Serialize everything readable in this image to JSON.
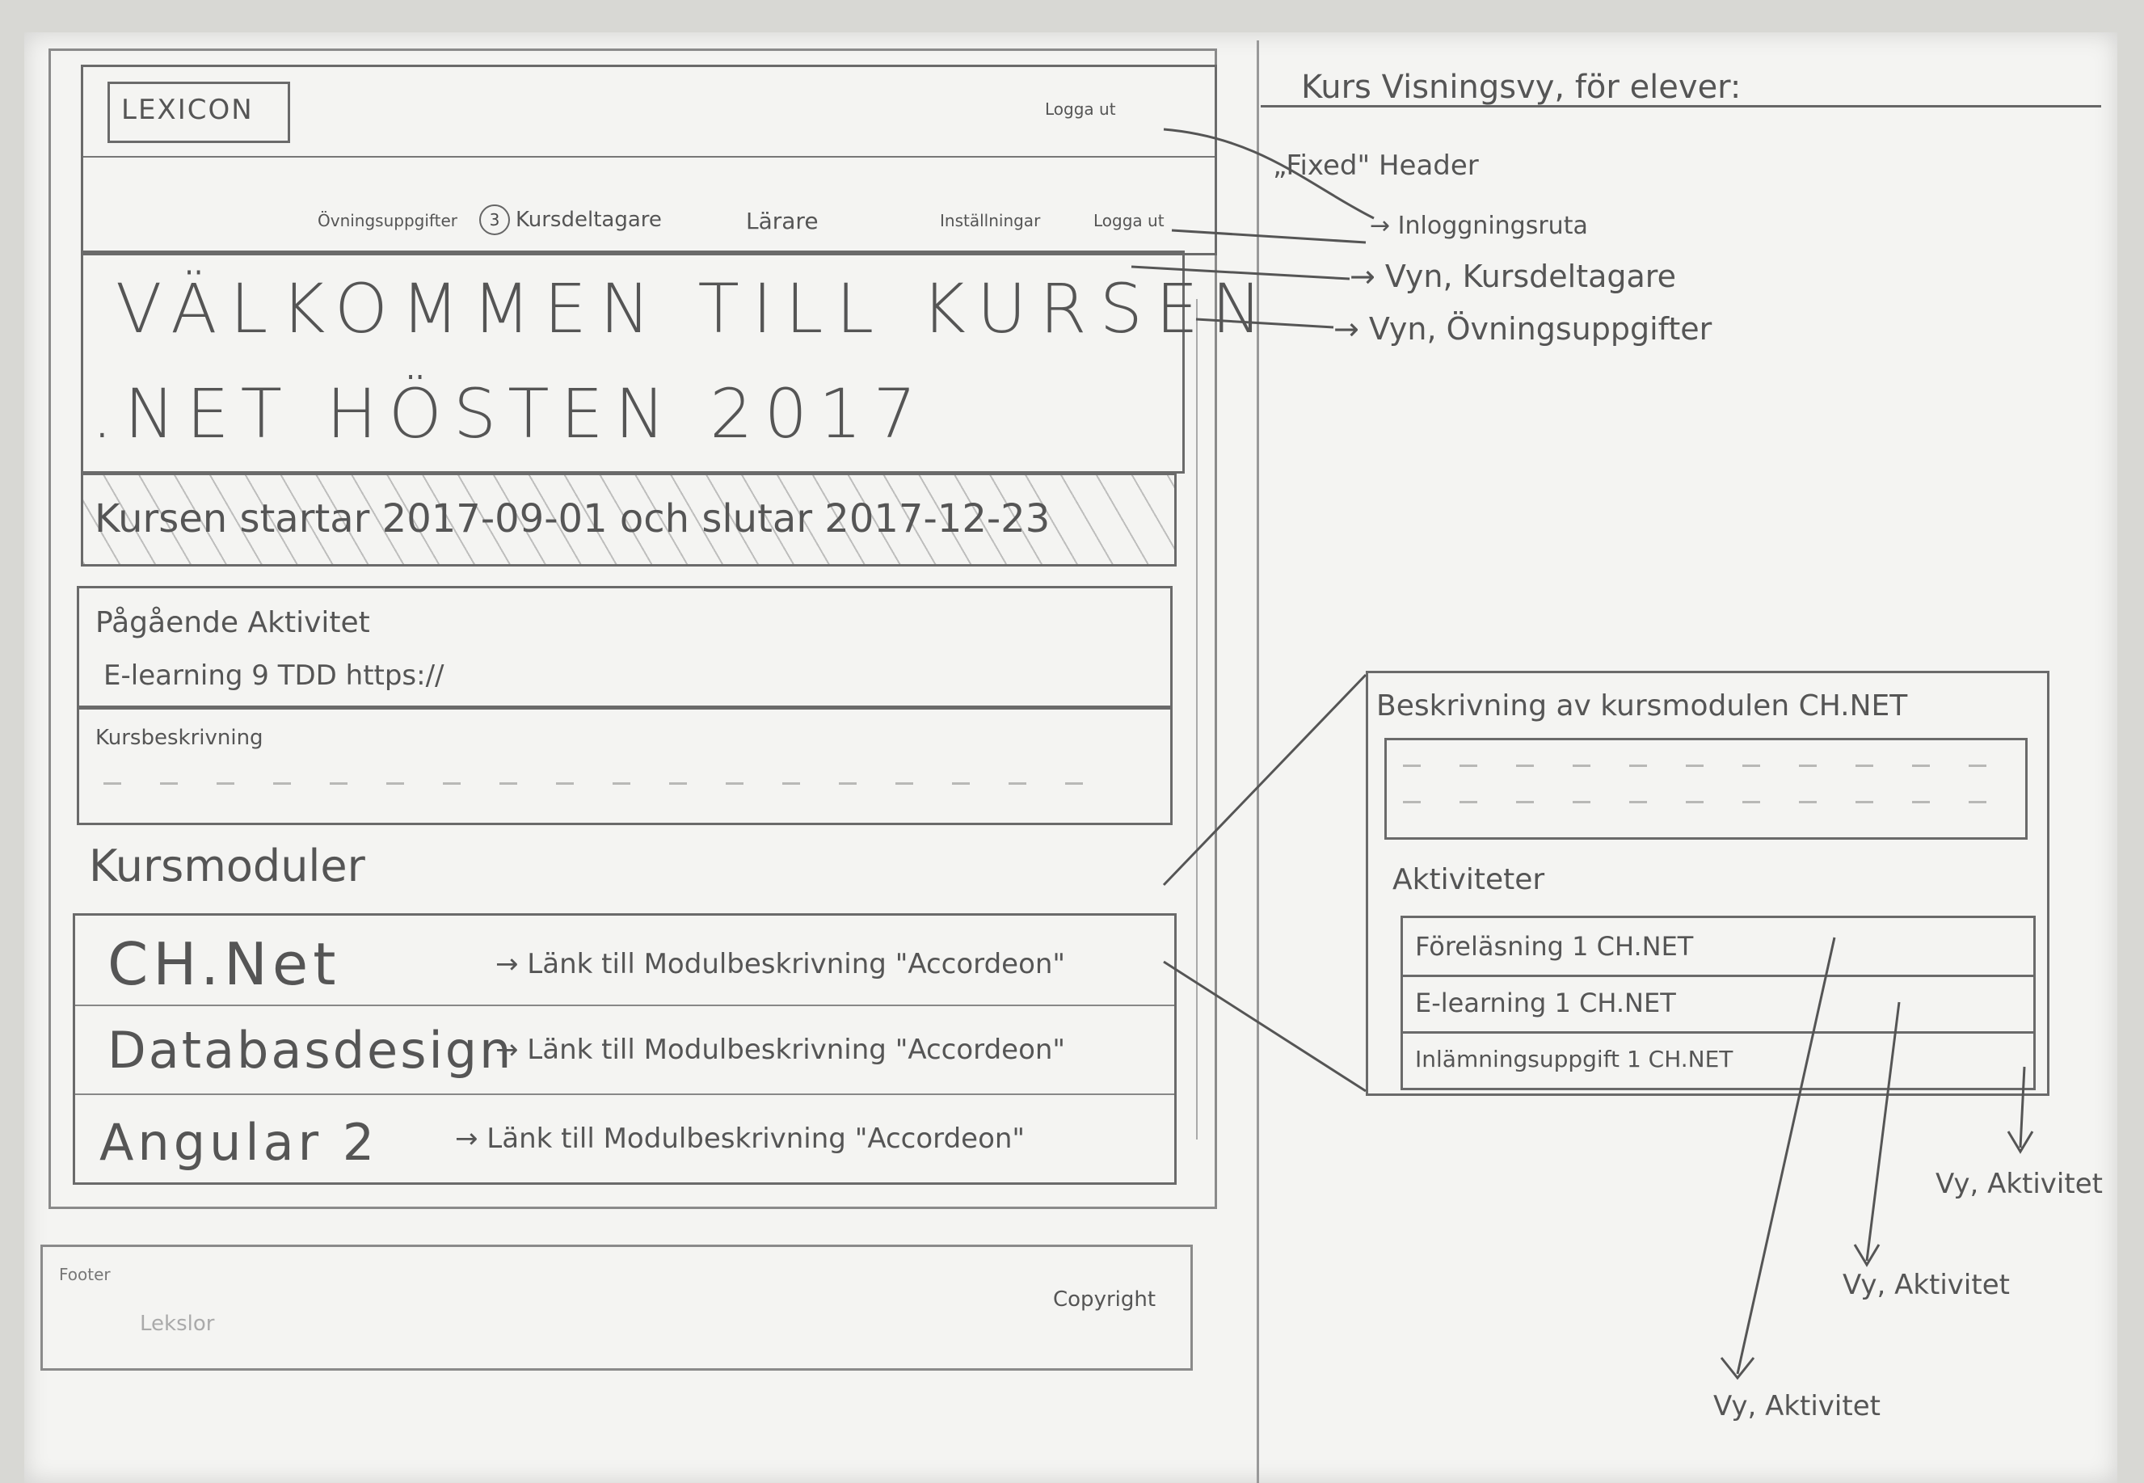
{
  "header": {
    "logo": "LEXICON",
    "logout_top": "Logga ut",
    "nav": [
      {
        "label": "Övningsuppgifter",
        "badge": "3"
      },
      {
        "label": "Kursdeltagare"
      },
      {
        "label": "Lärare"
      },
      {
        "label": "Inställningar"
      },
      {
        "label": "Logga ut"
      }
    ]
  },
  "hero": {
    "line1": "VÄLKOMMEN TILL KURSEN",
    "line2": ".NET HÖSTEN 2017",
    "dates": "Kursen startar 2017-09-01 och slutar 2017-12-23"
  },
  "ongoing": {
    "title": "Pågående Aktivitet",
    "item": "E-learning 9 TDD https://"
  },
  "description": {
    "title": "Kursbeskrivning"
  },
  "modules": {
    "title": "Kursmoduler",
    "items": [
      {
        "name": "CH.Net",
        "link": "→ Länk till Modulbeskrivning \"Accordeon\""
      },
      {
        "name": "Databasdesign",
        "link": "→ Länk till Modulbeskrivning \"Accordeon\""
      },
      {
        "name": "Angular 2",
        "link": "→ Länk till Modulbeskrivning \"Accordeon\""
      }
    ]
  },
  "footer": {
    "label": "Footer",
    "sub": "Lekslor",
    "copyright": "Copyright"
  },
  "notes": {
    "title": "Kurs Visningsvy, för elever:",
    "fixed_header": "„Fixed\" Header",
    "items": [
      "→ Inloggningsruta",
      "→ Vyn, Kursdeltagare",
      "→ Vyn, Övningsuppgifter"
    ]
  },
  "module_detail": {
    "title": "Beskrivning av kursmodulen CH.NET",
    "activities_title": "Aktiviteter",
    "activities": [
      "Föreläsning 1 CH.NET",
      "E-learning 1 CH.NET",
      "Inlämningsuppgift 1 CH.NET"
    ],
    "arrow_labels": [
      "Vy, Aktivitet",
      "Vy, Aktivitet",
      "Vy, Aktivitet"
    ]
  }
}
